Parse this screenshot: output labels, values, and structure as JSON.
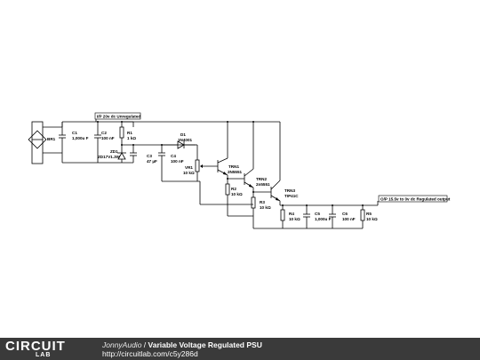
{
  "tags": {
    "input": "I/P 20v dc Unregulated",
    "output": "O/P 15.5v to 0v dc Regulated output"
  },
  "components": {
    "br1": "BR1",
    "c1": [
      "C1",
      "1,000u F"
    ],
    "c2": [
      "C2",
      "100 nF"
    ],
    "r1": [
      "R1",
      "1 kΩ"
    ],
    "d1": [
      "D1",
      "1N4001"
    ],
    "zd1": [
      "ZD1",
      "ZD17V1.3W"
    ],
    "c3": [
      "C3",
      "47 µF"
    ],
    "c4": [
      "C4",
      "100 nF"
    ],
    "vr1": [
      "VR1",
      "10 kΩ"
    ],
    "trn1": [
      "TRN1",
      "2N5551"
    ],
    "r2": [
      "R2",
      "10 kΩ"
    ],
    "trn2": [
      "TRN2",
      "2n5551"
    ],
    "r3": [
      "R3",
      "10 kΩ"
    ],
    "trn3": [
      "TRN3",
      "TIP41C"
    ],
    "r4": [
      "R4",
      "10 kΩ"
    ],
    "c5": [
      "C5",
      "1,000u F"
    ],
    "c6": [
      "C6",
      "100 nF"
    ],
    "r5": [
      "R5",
      "10 kΩ"
    ]
  },
  "footer": {
    "logo_main": "CIRCUIT",
    "logo_sub": "LAB",
    "author": "JonnyAudio",
    "separator": " / ",
    "title": "Variable Voltage Regulated PSU",
    "url": "http://circuitlab.com/c5y286d"
  }
}
